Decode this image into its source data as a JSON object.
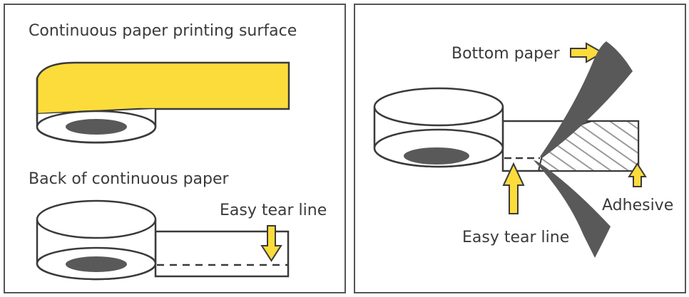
{
  "left_panel": {
    "top_label": "Continuous paper printing surface",
    "bottom_label": "Back of continuous paper",
    "tear_label": "Easy tear line"
  },
  "right_panel": {
    "bottom_paper_label": "Bottom paper",
    "tear_label": "Easy tear line",
    "adhesive_label": "Adhesive"
  },
  "colors": {
    "yellow": "#FCDC3B",
    "dark": "#595959",
    "outline": "#3a3a3a",
    "hatch": "#9a9a9a"
  }
}
